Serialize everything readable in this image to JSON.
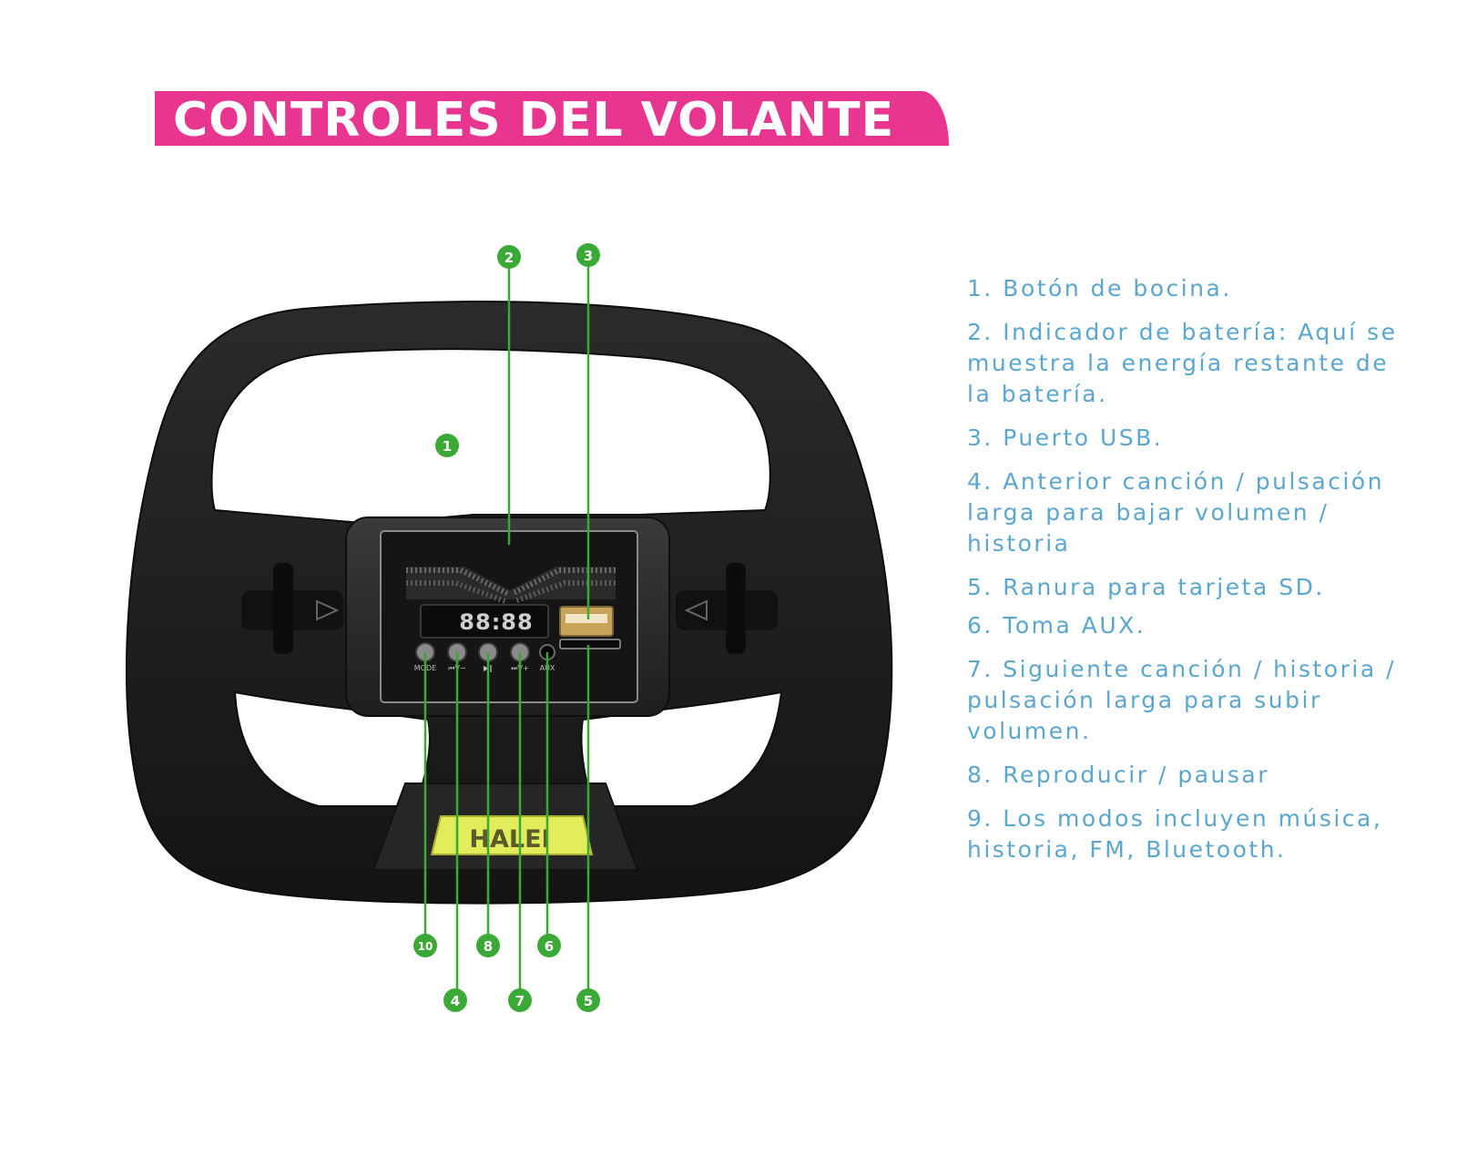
{
  "title": "CONTROLES DEL VOLANTE",
  "brand_logo": "HALEI",
  "display_digits": "88:88",
  "panel_labels": {
    "mode": "MODE",
    "prev": "⏮V−",
    "play": "▶‖",
    "next": "⏭V+",
    "aux": "AUX"
  },
  "callouts": [
    "1",
    "2",
    "3",
    "4",
    "5",
    "6",
    "7",
    "8",
    "10"
  ],
  "legend": [
    "1. Botón de bocina.",
    "2. Indicador de batería: Aquí se muestra la energía restante de la batería.",
    "3. Puerto USB.",
    "4. Anterior canción / pulsación larga para bajar volumen / historia",
    "5. Ranura para tarjeta SD.",
    "6. Toma AUX.",
    "7. Siguiente canción / historia / pulsación larga para subir volumen.",
    "8. Reproducir / pausar",
    "9. Los modos incluyen música, historia, FM, Bluetooth."
  ],
  "colors": {
    "title_bg": "#e8358f",
    "title_text": "#ffffff",
    "legend_text": "#5aa6cf",
    "callout_green": "#3aa935",
    "logo_yellow": "#e3ec5a",
    "wheel_black": "#1c1c1c"
  },
  "icons": [
    "steering-wheel-icon",
    "usb-port-icon",
    "sd-slot-icon",
    "aux-jack-icon"
  ]
}
